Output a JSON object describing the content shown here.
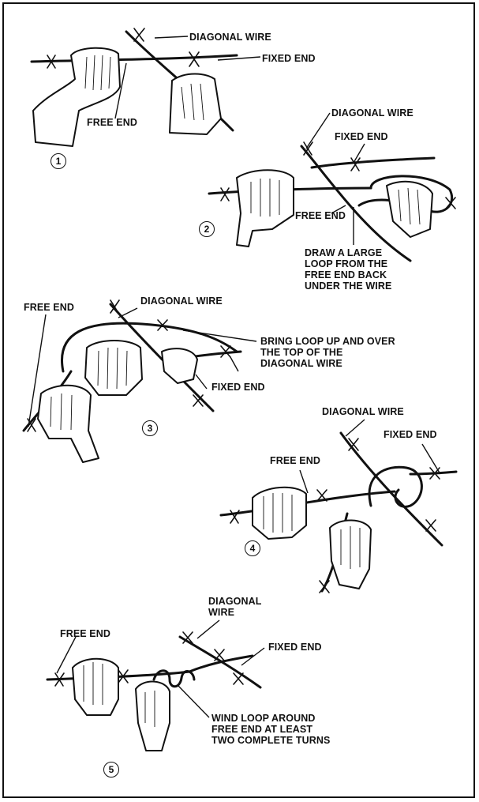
{
  "steps": [
    {
      "number": "1",
      "labels": {
        "diagonal_wire": "DIAGONAL WIRE",
        "fixed_end": "FIXED END",
        "free_end": "FREE END"
      }
    },
    {
      "number": "2",
      "labels": {
        "diagonal_wire": "DIAGONAL WIRE",
        "fixed_end": "FIXED END",
        "free_end": "FREE END",
        "instruction": "DRAW A LARGE\nLOOP FROM THE\nFREE END BACK\nUNDER THE WIRE"
      }
    },
    {
      "number": "3",
      "labels": {
        "free_end": "FREE END",
        "diagonal_wire": "DIAGONAL WIRE",
        "fixed_end": "FIXED END",
        "instruction": "BRING LOOP UP AND OVER\nTHE TOP OF THE\nDIAGONAL WIRE"
      }
    },
    {
      "number": "4",
      "labels": {
        "diagonal_wire": "DIAGONAL WIRE",
        "fixed_end": "FIXED END",
        "free_end": "FREE END"
      }
    },
    {
      "number": "5",
      "labels": {
        "diagonal_wire": "DIAGONAL\nWIRE",
        "free_end": "FREE END",
        "fixed_end": "FIXED END",
        "instruction": "WIND LOOP AROUND\nFREE END AT LEAST\nTWO COMPLETE TURNS"
      }
    }
  ]
}
